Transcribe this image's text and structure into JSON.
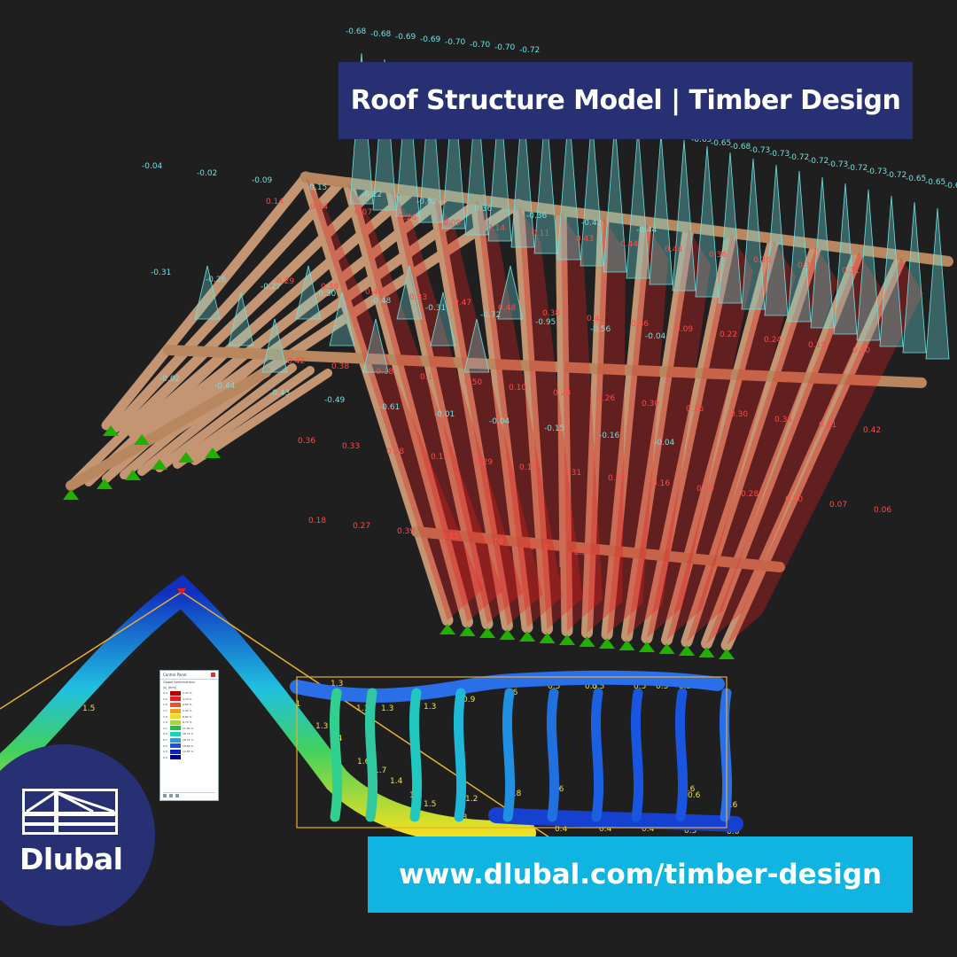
{
  "title_banner": {
    "text": "Roof Structure Model | Timber Design",
    "color": "#263072"
  },
  "url_banner": {
    "text": "www.dlubal.com/timber-design",
    "color": "#0fb4e0"
  },
  "logo": {
    "text": "Dlubal",
    "icon": "dlubal-bridge-logo-icon",
    "color": "#263072"
  },
  "roof_model": {
    "beam_color": "#c49572",
    "wind_load_color": "#6fe0e0",
    "moment_color": "#e02020",
    "support_color": "#22b000",
    "load_values": [
      "-0.68",
      "-0.68",
      "-0.69",
      "-0.69",
      "-0.70",
      "-0.70",
      "-0.70",
      "-0.72",
      "-0.65",
      "-0.65",
      "-0.68",
      "-0.73",
      "-0.73",
      "-0.72",
      "-0.72",
      "-0.73",
      "-0.72",
      "-0.73",
      "-0.72",
      "-0.65",
      "-0.65",
      "-0.68",
      "-0.73",
      "-0.72"
    ],
    "moment_values": [
      "0.14",
      "0.14",
      "0.07",
      "0.26",
      "0.09",
      "0.14",
      "0.11",
      "0.43",
      "0.44",
      "0.44",
      "0.36",
      "0.26",
      "0.30",
      "0.31",
      "0.29",
      "0.38",
      "0.42",
      "0.33",
      "0.47",
      "0.48",
      "0.38",
      "0.41",
      "0.36",
      "0.09",
      "0.22",
      "0.24",
      "0.15",
      "0.30",
      "0.42",
      "0.38",
      "0.18",
      "0.17",
      "0.50",
      "0.10",
      "0.28",
      "0.26",
      "0.30",
      "0.26",
      "0.30",
      "0.34",
      "0.41",
      "0.42",
      "0.36",
      "0.33",
      "0.18",
      "0.13",
      "0.29",
      "0.12",
      "0.31",
      "0.32",
      "0.16",
      "0.19",
      "0.28",
      "0.20",
      "0.07",
      "0.06",
      "0.18",
      "0.27",
      "0.39",
      "0.25",
      "0.10",
      "0.13",
      "0.33"
    ],
    "wind_values": [
      "-0.04",
      "-0.02",
      "-0.09",
      "-0.15",
      "-0.12",
      "-0.02",
      "-0.36",
      "-0.36",
      "-0.42",
      "-0.44",
      "-0.31",
      "-0.26",
      "-0.27",
      "-0.30",
      "-0.48",
      "-0.31",
      "-0.72",
      "-0.95",
      "-0.56",
      "-0.04",
      "-0.02",
      "-0.44",
      "-0.43",
      "-0.49",
      "-0.61",
      "-0.01",
      "-0.04",
      "-0.15",
      "-0.16",
      "-0.04"
    ]
  },
  "deformation_view": {
    "values_left": [
      "0.1",
      "1.5",
      "1.1",
      "1.3",
      "1.4",
      "1.6",
      "1.7",
      "1.4",
      "2.3",
      "1.6",
      "1.5",
      "1.3",
      "1.1",
      "1.3",
      "1.3",
      "1.3",
      "1.2",
      "0.9"
    ],
    "values_right": [
      "0.6",
      "0.5",
      "0.5",
      "0.5",
      "0.5",
      "0.5",
      "0.8",
      "0.6",
      "0.6",
      "0.6",
      "0.5",
      "0.4",
      "0.4",
      "0.4",
      "0.5",
      "0.6",
      "0.6",
      "0.5"
    ]
  },
  "control_panel": {
    "title": "Control Panel",
    "subtitle": "Global Deformations",
    "unit": "|u| [mm]",
    "legend": [
      {
        "value": "2.4",
        "color": "#b40000",
        "pct": "1.37 %"
      },
      {
        "value": "2.2",
        "color": "#e02020",
        "pct": "4.74 %"
      },
      {
        "value": "1.9",
        "color": "#f05030",
        "pct": "4.69 %"
      },
      {
        "value": "1.7",
        "color": "#f0a020",
        "pct": "5.92 %"
      },
      {
        "value": "1.5",
        "color": "#e8e020",
        "pct": "8.82 %"
      },
      {
        "value": "1.3",
        "color": "#a0e020",
        "pct": "8.73 %"
      },
      {
        "value": "1.1",
        "color": "#20c040",
        "pct": "11.60 %"
      },
      {
        "value": "0.9",
        "color": "#20d0b0",
        "pct": "18.72 %"
      },
      {
        "value": "0.7",
        "color": "#20a0e0",
        "pct": "18.72 %"
      },
      {
        "value": "0.5",
        "color": "#2050e0",
        "pct": "18.80 %"
      },
      {
        "value": "0.3",
        "color": "#1020b0",
        "pct": "12.87 %"
      },
      {
        "value": "0.0",
        "color": "#000080",
        "pct": ""
      }
    ]
  }
}
